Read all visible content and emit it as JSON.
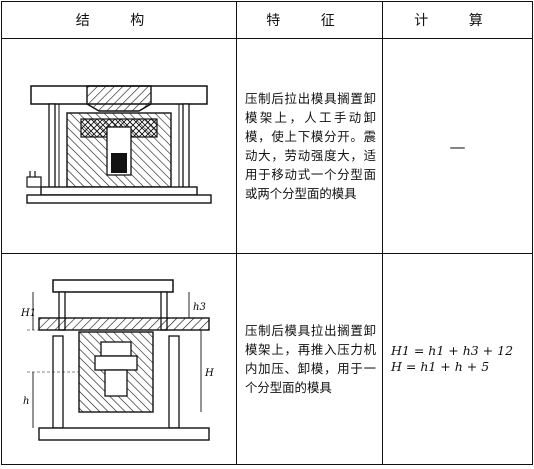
{
  "table": {
    "headers": {
      "structure": "结 构",
      "features": "特 征",
      "calculation": "计 算"
    },
    "rows": [
      {
        "figure": "mold-on-frame-manual-removal-diagram",
        "features": "压制后拉出模具搁置卸模架上，人工手动卸模，使上下模分开。震动大，劳动强度大，适用于移动式一个分型面或两个分型面的模具",
        "calculation": "—"
      },
      {
        "figure": "mold-on-frame-press-removal-diagram",
        "figure_labels": {
          "h3": "h3",
          "h1": "H1",
          "h": "h",
          "H": "H"
        },
        "features": "压制后模具拉出搁置卸模架上，再推入压力机内加压、卸模，用于一个分型面的模具",
        "calculation": {
          "line1": "H1 = h1 + h3 + 12",
          "line2": "H = h1 + h + 5"
        }
      }
    ]
  }
}
